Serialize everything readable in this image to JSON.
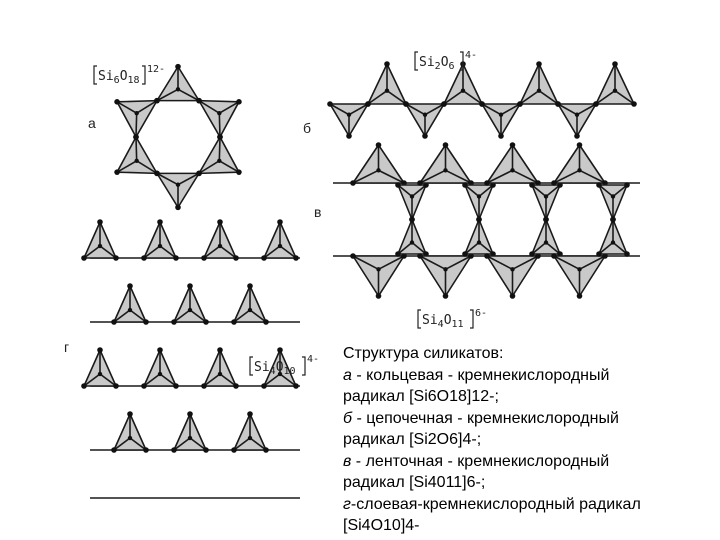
{
  "diagram": {
    "structure_labels": {
      "ring": "а",
      "chain": "б",
      "band": "в",
      "layer": "г"
    },
    "formulas": {
      "ring": {
        "base": "Si",
        "s1": "6",
        "mid": "O",
        "s2": "18",
        "charge": "12-"
      },
      "chain": {
        "base": "Si",
        "s1": "2",
        "mid": "O",
        "s2": "6",
        "charge": "4-"
      },
      "band": {
        "base": "Si",
        "s1": "4",
        "mid": "O",
        "s2": "11",
        "charge": "6-"
      },
      "layer": {
        "base": "Si",
        "s1": "4",
        "mid": "O",
        "s2": "10",
        "charge": "4-"
      }
    }
  },
  "caption": {
    "title": "Структура силикатов:",
    "items": [
      {
        "letter": "а",
        "rest": " - кольцевая - кремнекислородный"
      },
      {
        "letter": "",
        "rest": "радикал [Si6O18]12-;"
      },
      {
        "letter": "б",
        "rest": " - цепочечная - кремнекислородный"
      },
      {
        "letter": "",
        "rest": "радикал [Si2O6]4-;"
      },
      {
        "letter": "в",
        "rest": " - ленточная - кремнекислородный"
      },
      {
        "letter": "",
        "rest": "радикал [Si4011]6-;"
      },
      {
        "letter": "г",
        "rest": "-слоевая-кремнекислородный радикал"
      },
      {
        "letter": "",
        "rest": "[Si4O10]4-"
      }
    ]
  },
  "colors": {
    "tetrahedron_fill": "#c9c9c9",
    "line": "#1a1a1a"
  }
}
